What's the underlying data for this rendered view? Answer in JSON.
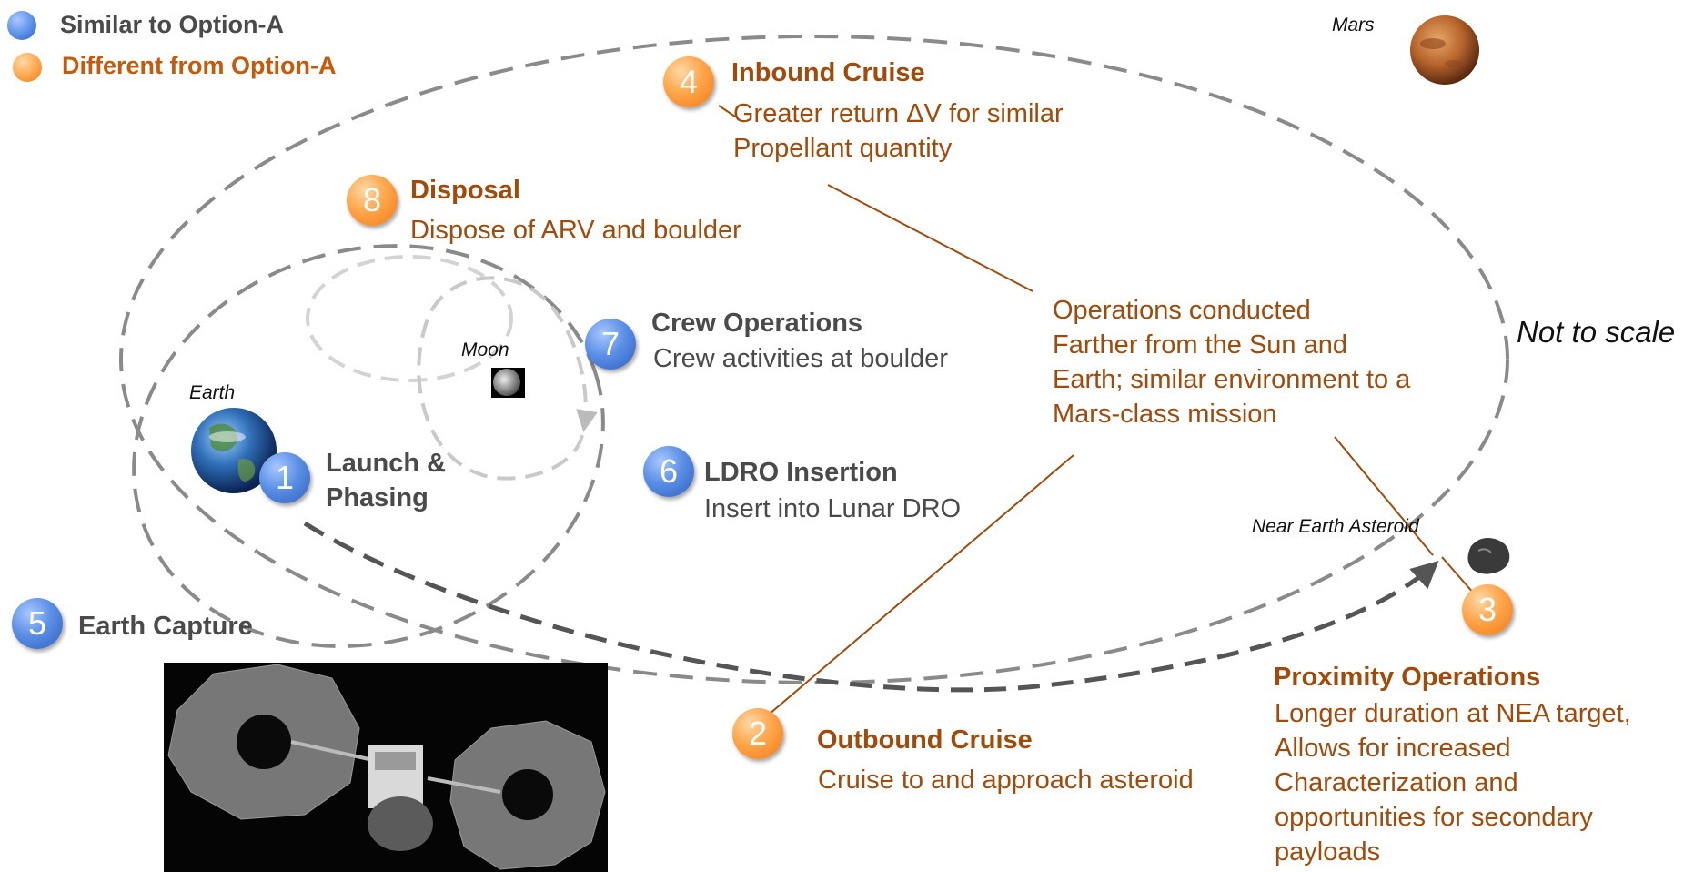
{
  "legend": {
    "similar": {
      "label": "Similar to Option-A",
      "color": "#5b8fe6"
    },
    "different": {
      "label": "Different from Option-A",
      "color": "#ffa54a"
    }
  },
  "body_labels": {
    "mars": "Mars",
    "moon": "Moon",
    "earth": "Earth",
    "asteroid": "Near Earth Asteroid"
  },
  "scale_note": "Not to scale",
  "steps": [
    {
      "number": "1",
      "type": "similar",
      "title": "Launch &\nPhasing",
      "desc": ""
    },
    {
      "number": "2",
      "type": "different",
      "title": "Outbound Cruise",
      "desc": "Cruise to and approach asteroid"
    },
    {
      "number": "3",
      "type": "different",
      "title": "Proximity Operations",
      "desc": "Longer duration at NEA target,\nAllows for increased\nCharacterization and\nopportunities for secondary\npayloads"
    },
    {
      "number": "4",
      "type": "different",
      "title": "Inbound Cruise",
      "desc": "Greater return ΔV for similar\nPropellant quantity"
    },
    {
      "number": "5",
      "type": "similar",
      "title": "Earth Capture",
      "desc": ""
    },
    {
      "number": "6",
      "type": "similar",
      "title": "LDRO Insertion",
      "desc": "Insert into Lunar DRO"
    },
    {
      "number": "7",
      "type": "similar",
      "title": "Crew Operations",
      "desc": "Crew activities at boulder"
    },
    {
      "number": "8",
      "type": "different",
      "title": "Disposal",
      "desc": "Dispose of ARV and boulder"
    }
  ],
  "callout": "Operations conducted\nFarther from the Sun and\nEarth; similar environment to a\nMars-class mission",
  "colors": {
    "orange_text": "#a14a0a",
    "gray_text": "#4a4a4a",
    "orbit_gray": "#8a8a8a",
    "orbit_light": "#cfcfcf"
  }
}
